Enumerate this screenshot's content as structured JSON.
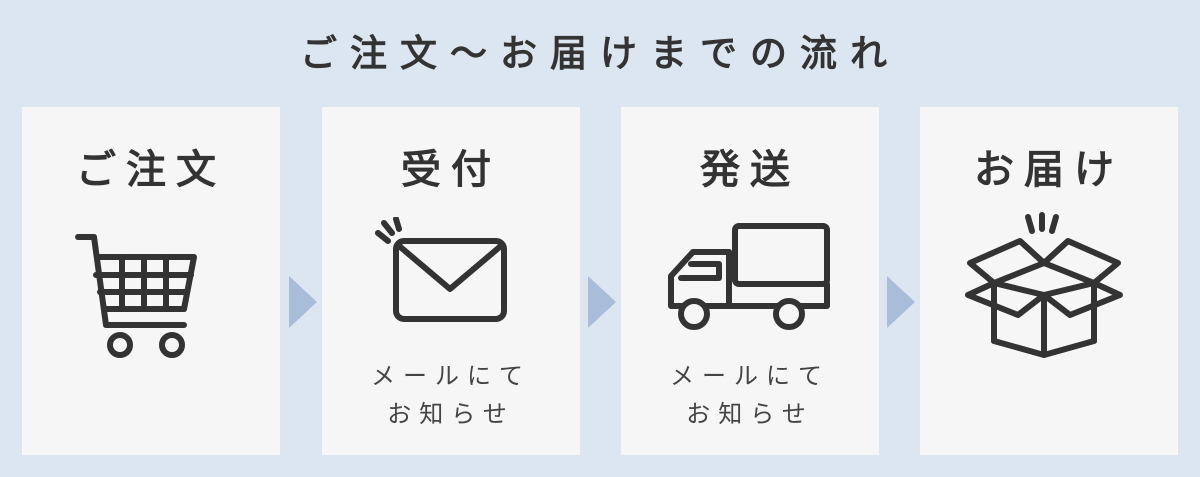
{
  "title": "ご注文〜お届けまでの流れ",
  "colors": {
    "background": "#dce6f0",
    "card": "#f6f6f6",
    "arrow": "#a9bdd9",
    "text": "#333333"
  },
  "steps": [
    {
      "title": "ご注文",
      "icon": "shopping-cart-icon"
    },
    {
      "title": "受付",
      "icon": "envelope-icon",
      "note": [
        "メールにて",
        "お知らせ"
      ]
    },
    {
      "title": "発送",
      "icon": "delivery-truck-icon",
      "note": [
        "メールにて",
        "お知らせ"
      ]
    },
    {
      "title": "お届け",
      "icon": "open-box-icon"
    }
  ]
}
